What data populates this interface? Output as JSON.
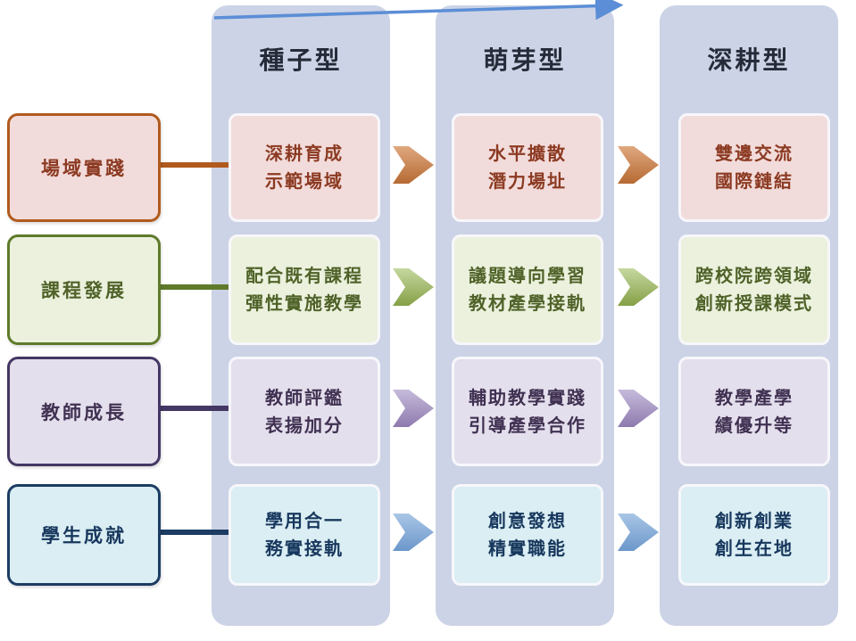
{
  "diagram": {
    "column_bg": "#ccd3e6",
    "header_text_color": "#252b38",
    "top_arrow_color": "#5b8ed6"
  },
  "columns": [
    {
      "header": "種子型"
    },
    {
      "header": "萌芽型"
    },
    {
      "header": "深耕型"
    }
  ],
  "rows": [
    {
      "label": "場域實踐",
      "colors": {
        "bg": "#f2dcdb",
        "accent": "#b05a1e",
        "text": "#8c3a22",
        "arrow_light": "#e0a87f",
        "arrow_dark": "#b66a33"
      },
      "cells": [
        {
          "line1": "深耕育成",
          "line2": "示範場域"
        },
        {
          "line1": "水平擴散",
          "line2": "潛力場址"
        },
        {
          "line1": "雙邊交流",
          "line2": "國際鏈結"
        }
      ]
    },
    {
      "label": "課程發展",
      "colors": {
        "bg": "#ebf1dd",
        "accent": "#5f7a2b",
        "text": "#4f6228",
        "arrow_light": "#c6d8a0",
        "arrow_dark": "#85a046"
      },
      "cells": [
        {
          "line1": "配合既有課程",
          "line2": "彈性實施教學"
        },
        {
          "line1": "議題導向學習",
          "line2": "教材產學接軌"
        },
        {
          "line1": "跨校院跨領域",
          "line2": "創新授課模式"
        }
      ]
    },
    {
      "label": "教師成長",
      "colors": {
        "bg": "#e4dfec",
        "accent": "#443764",
        "text": "#403152",
        "arrow_light": "#c6bbdb",
        "arrow_dark": "#8e7aae"
      },
      "cells": [
        {
          "line1": "教師評鑑",
          "line2": "表揚加分"
        },
        {
          "line1": "輔助教學實踐",
          "line2": "引導產學合作"
        },
        {
          "line1": "教學產學",
          "line2": "績優升等"
        }
      ]
    },
    {
      "label": "學生成就",
      "colors": {
        "bg": "#daeef3",
        "accent": "#1c3c63",
        "text": "#17375d",
        "arrow_light": "#a9c6e6",
        "arrow_dark": "#6c97ca"
      },
      "cells": [
        {
          "line1": "學用合一",
          "line2": "務實接軌"
        },
        {
          "line1": "創意發想",
          "line2": "精實職能"
        },
        {
          "line1": "創新創業",
          "line2": "創生在地"
        }
      ]
    }
  ]
}
